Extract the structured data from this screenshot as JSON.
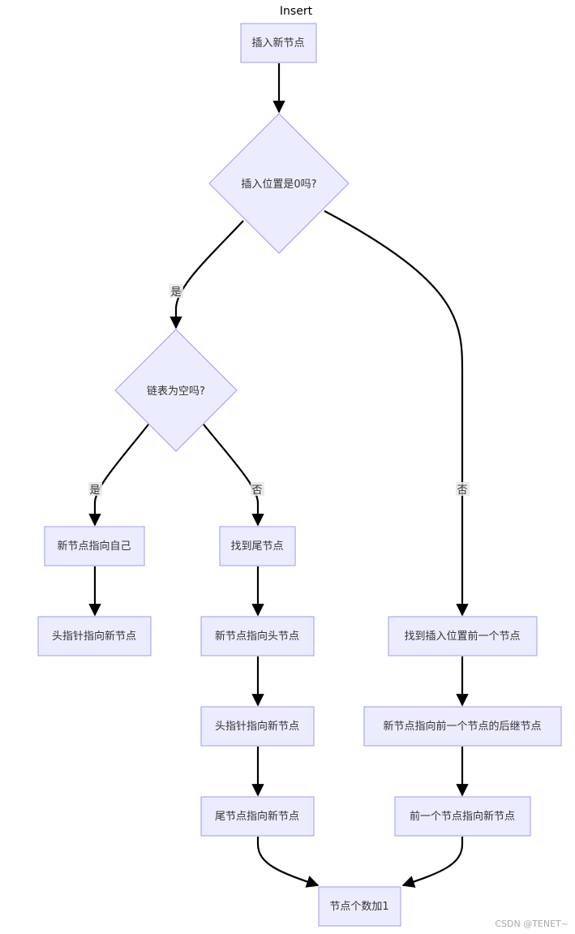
{
  "title": "Insert",
  "nodes": {
    "start": "插入新节点",
    "is_pos_zero": "插入位置是0吗?",
    "is_list_empty": "链表为空吗?",
    "new_points_self": "新节点指向自己",
    "head_to_new_1": "头指针指向新节点",
    "find_tail": "找到尾节点",
    "new_to_head": "新节点指向头节点",
    "head_to_new_2": "头指针指向新节点",
    "tail_to_new": "尾节点指向新节点",
    "find_prev": "找到插入位置前一个节点",
    "new_to_next": "新节点指向前一个节点的后继节点",
    "prev_to_new": "前一个节点指向新节点",
    "count_plus_one": "节点个数加1"
  },
  "edge_labels": {
    "yes_zero": "是",
    "no_zero": "否",
    "yes_empty": "是",
    "no_empty": "否"
  },
  "watermark": "CSDN @TENET~"
}
